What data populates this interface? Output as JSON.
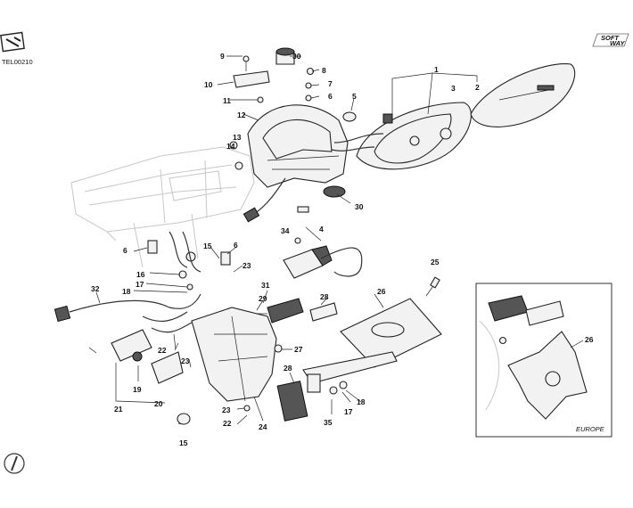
{
  "header": {
    "code": "TEL00210",
    "logo_line1": "SOFT",
    "logo_line2": "WAY"
  },
  "inset": {
    "label": "EUROPE",
    "callout": "26"
  },
  "callouts": [
    {
      "id": "c1",
      "text": "1"
    },
    {
      "id": "c2",
      "text": "2"
    },
    {
      "id": "c3",
      "text": "3"
    },
    {
      "id": "c4",
      "text": "4"
    },
    {
      "id": "c5",
      "text": "5"
    },
    {
      "id": "c6a",
      "text": "6"
    },
    {
      "id": "c6b",
      "text": "6"
    },
    {
      "id": "c6c",
      "text": "6"
    },
    {
      "id": "c7",
      "text": "7"
    },
    {
      "id": "c8",
      "text": "8"
    },
    {
      "id": "c9",
      "text": "9"
    },
    {
      "id": "c10",
      "text": "10"
    },
    {
      "id": "c11",
      "text": "11"
    },
    {
      "id": "c12",
      "text": "12"
    },
    {
      "id": "c13",
      "text": "13"
    },
    {
      "id": "c14",
      "text": "14"
    },
    {
      "id": "c15a",
      "text": "15"
    },
    {
      "id": "c15b",
      "text": "15"
    },
    {
      "id": "c16",
      "text": "16"
    },
    {
      "id": "c17a",
      "text": "17"
    },
    {
      "id": "c17b",
      "text": "17"
    },
    {
      "id": "c18a",
      "text": "18"
    },
    {
      "id": "c18b",
      "text": "18"
    },
    {
      "id": "c19",
      "text": "19"
    },
    {
      "id": "c20",
      "text": "20"
    },
    {
      "id": "c21",
      "text": "21"
    },
    {
      "id": "c22a",
      "text": "22"
    },
    {
      "id": "c22b",
      "text": "22"
    },
    {
      "id": "c23a",
      "text": "23"
    },
    {
      "id": "c23b",
      "text": "23"
    },
    {
      "id": "c23c",
      "text": "23"
    },
    {
      "id": "c24",
      "text": "24"
    },
    {
      "id": "c25",
      "text": "25"
    },
    {
      "id": "c26",
      "text": "26"
    },
    {
      "id": "c27",
      "text": "27"
    },
    {
      "id": "c28a",
      "text": "28"
    },
    {
      "id": "c28b",
      "text": "28"
    },
    {
      "id": "c29",
      "text": "29"
    },
    {
      "id": "c30a",
      "text": "30"
    },
    {
      "id": "c30b",
      "text": "30"
    },
    {
      "id": "c31",
      "text": "31"
    },
    {
      "id": "c32",
      "text": "32"
    },
    {
      "id": "c34",
      "text": "34"
    },
    {
      "id": "c35",
      "text": "35"
    }
  ]
}
